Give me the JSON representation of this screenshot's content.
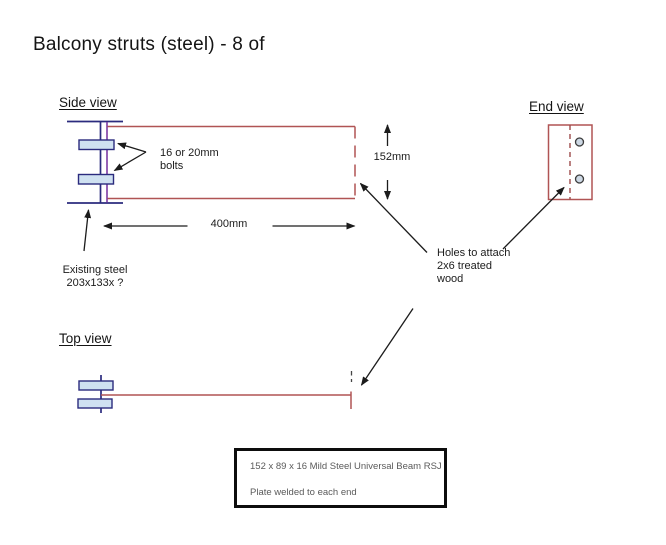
{
  "title": "Balcony struts (steel) - 8 of",
  "views": {
    "side": {
      "label": "Side view"
    },
    "end": {
      "label": "End view"
    },
    "top": {
      "label": "Top view"
    }
  },
  "dimensions": {
    "length": "400mm",
    "height": "152mm"
  },
  "notes": {
    "bolts": "16 or 20mm\nbolts",
    "existing_steel": "Existing steel\n203x133x ?",
    "holes": "Holes to attach\n2x6 treated\nwood"
  },
  "spec_box": {
    "line1": "152 x 89 x 16 Mild Steel Universal Beam RSJ",
    "line2": "Plate welded to each end"
  },
  "colors": {
    "new_beam_outline": "#b05454",
    "existing_steel_line": "#2b2b7e",
    "weld_plate_line": "#7d3ba3",
    "bolt_fill": "#cfe1f1",
    "hole_fill": "#cdd8e4",
    "annotation_black": "#1c1c1c",
    "spec_box_border": "#0d0d0d",
    "spec_text": "#5a5a5a"
  }
}
